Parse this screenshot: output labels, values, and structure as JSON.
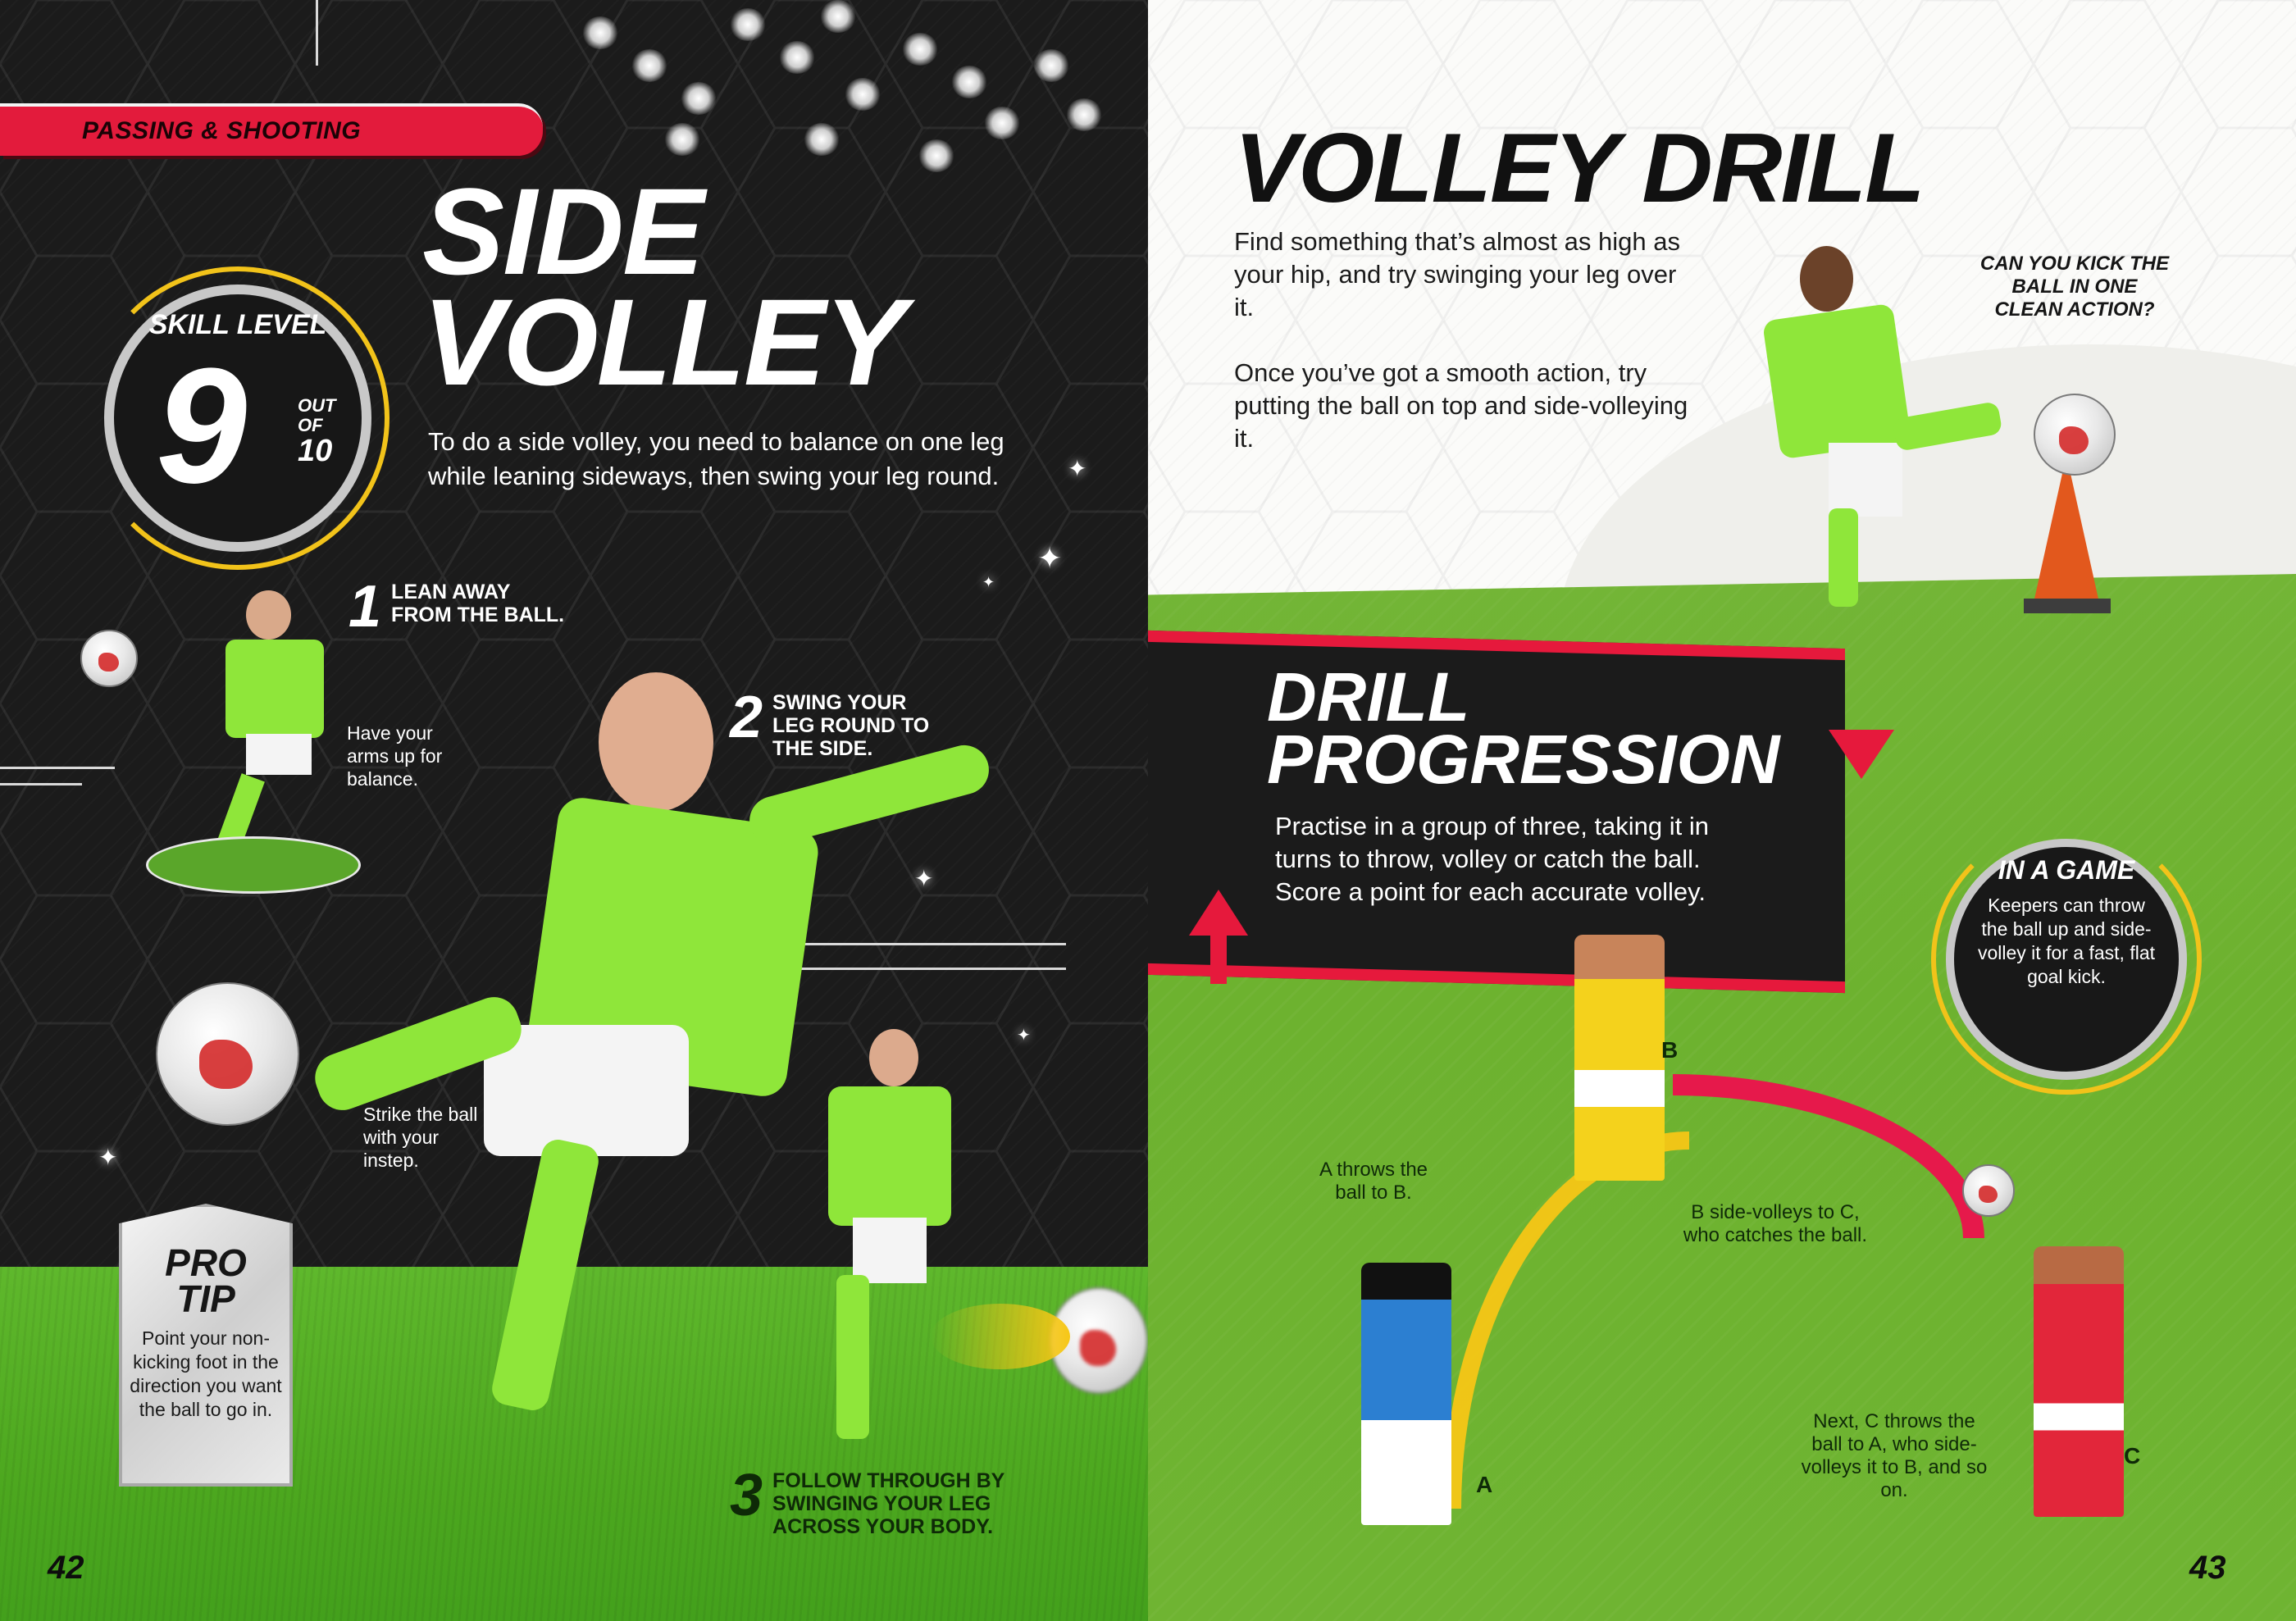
{
  "spread": {
    "left_page": {
      "section_tag": "PASSING & SHOOTING",
      "skill_level": {
        "label": "SKILL LEVEL",
        "value": "9",
        "out_of_label": "OUT OF",
        "max": "10"
      },
      "title_line1": "SIDE",
      "title_line2": "VOLLEY",
      "intro": "To do a side volley, you need to balance on one leg while leaning sideways, then swing your leg round.",
      "steps": [
        {
          "number": "1",
          "text_line1": "LEAN AWAY",
          "text_line2": "FROM THE BALL."
        },
        {
          "number": "2",
          "text_line1": "SWING YOUR",
          "text_line2": "LEG ROUND TO",
          "text_line3": "THE SIDE."
        },
        {
          "number": "3",
          "text_line1": "FOLLOW THROUGH BY",
          "text_line2": "SWINGING YOUR LEG",
          "text_line3": "ACROSS YOUR BODY."
        }
      ],
      "captions": {
        "arms": "Have your arms up for balance.",
        "strike": "Strike the ball with your instep."
      },
      "pro_tip": {
        "heading_line1": "PRO",
        "heading_line2": "TIP",
        "body": "Point your non-kicking foot in the direction you want the ball to go in."
      },
      "page_number": "42"
    },
    "right_page": {
      "title": "VOLLEY DRILL",
      "intro_paragraphs": [
        "Find something that’s almost as high as your hip, and try swinging your leg over it.",
        "Once you’ve got a smooth action, try putting the ball on top and side-volleying it."
      ],
      "question": "CAN YOU KICK THE BALL IN ONE CLEAN ACTION?",
      "drill_progression": {
        "title_line1": "DRILL",
        "title_line2": "PROGRESSION",
        "body": "Practise in a group of three, taking it in turns to throw, volley or catch the ball. Score a point for each accurate volley."
      },
      "in_a_game": {
        "heading": "IN A GAME",
        "body": "Keepers can throw the ball up and side-volley it for a fast, flat goal kick."
      },
      "diagram": {
        "players": [
          "A",
          "B",
          "C"
        ],
        "notes": {
          "a_throws": "A throws the ball to B.",
          "b_volleys": "B side-volleys to C, who catches the ball.",
          "next": "Next, C throws the ball to A, who side-volleys it to B, and so on."
        }
      },
      "page_number": "43"
    }
  },
  "colors": {
    "accent_red": "#e31b3c",
    "badge_yellow": "#f2c31a",
    "shirt_green": "#8fe63a",
    "field_green": "#6fb432",
    "dark_bg": "#1b1b1b"
  }
}
